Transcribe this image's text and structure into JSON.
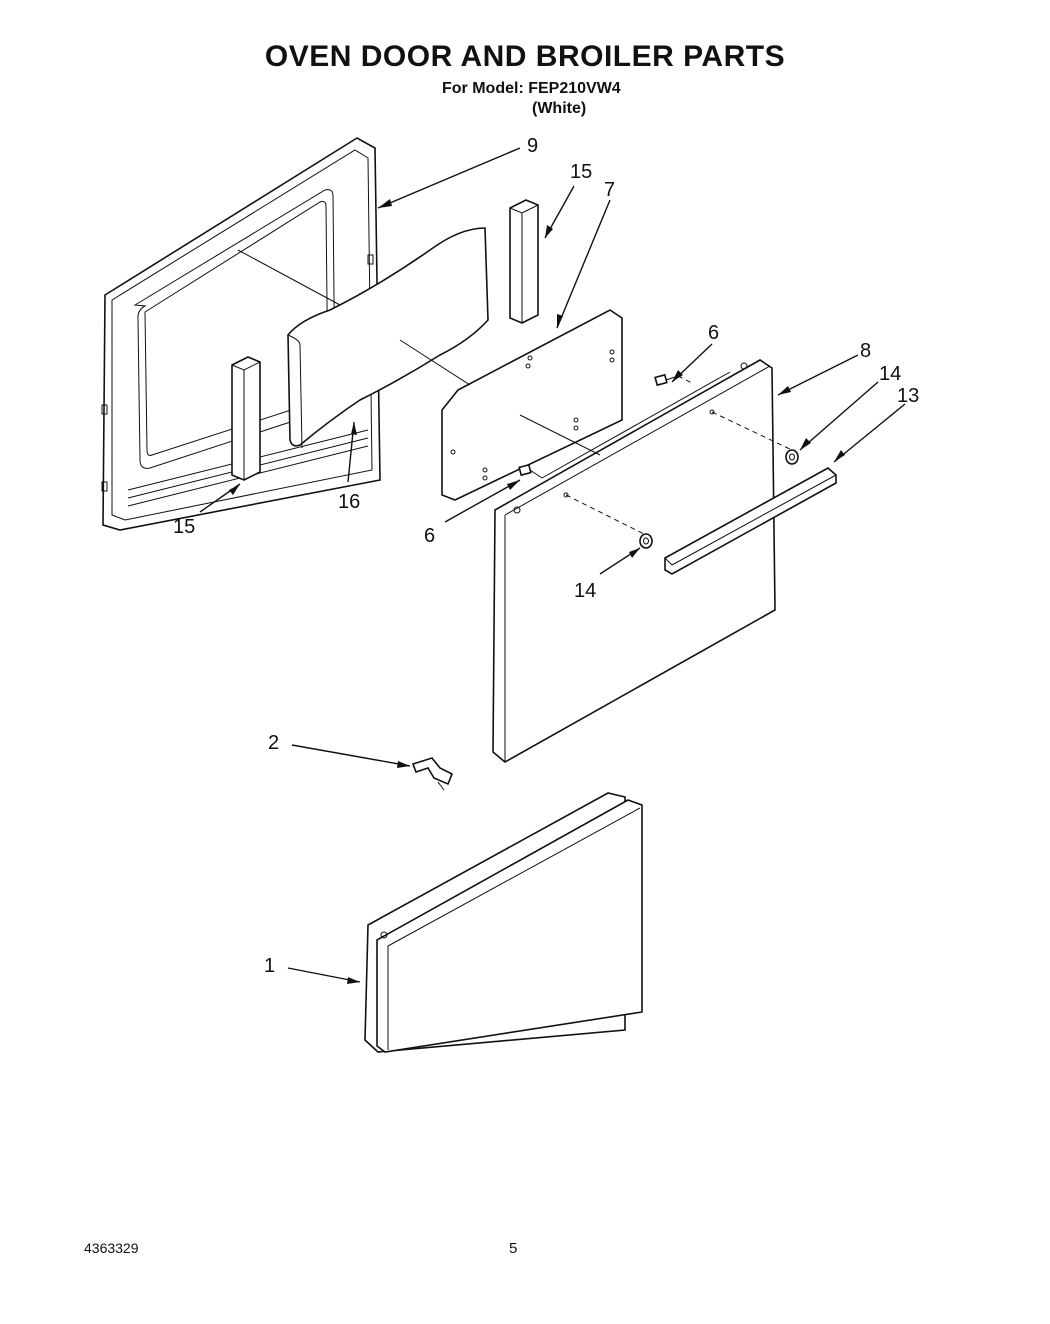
{
  "title": "OVEN DOOR AND BROILER PARTS",
  "model_line": "For Model: FEP210VW4",
  "color_line": "(White)",
  "doc_number": "4363329",
  "page_number": "5",
  "callouts": {
    "c9": "9",
    "c15_top": "15",
    "c7": "7",
    "c6_top": "6",
    "c8": "8",
    "c14_right": "14",
    "c13": "13",
    "c15_left": "15",
    "c16": "16",
    "c6_bottom": "6",
    "c14_lower": "14",
    "c2": "2",
    "c1": "1"
  }
}
